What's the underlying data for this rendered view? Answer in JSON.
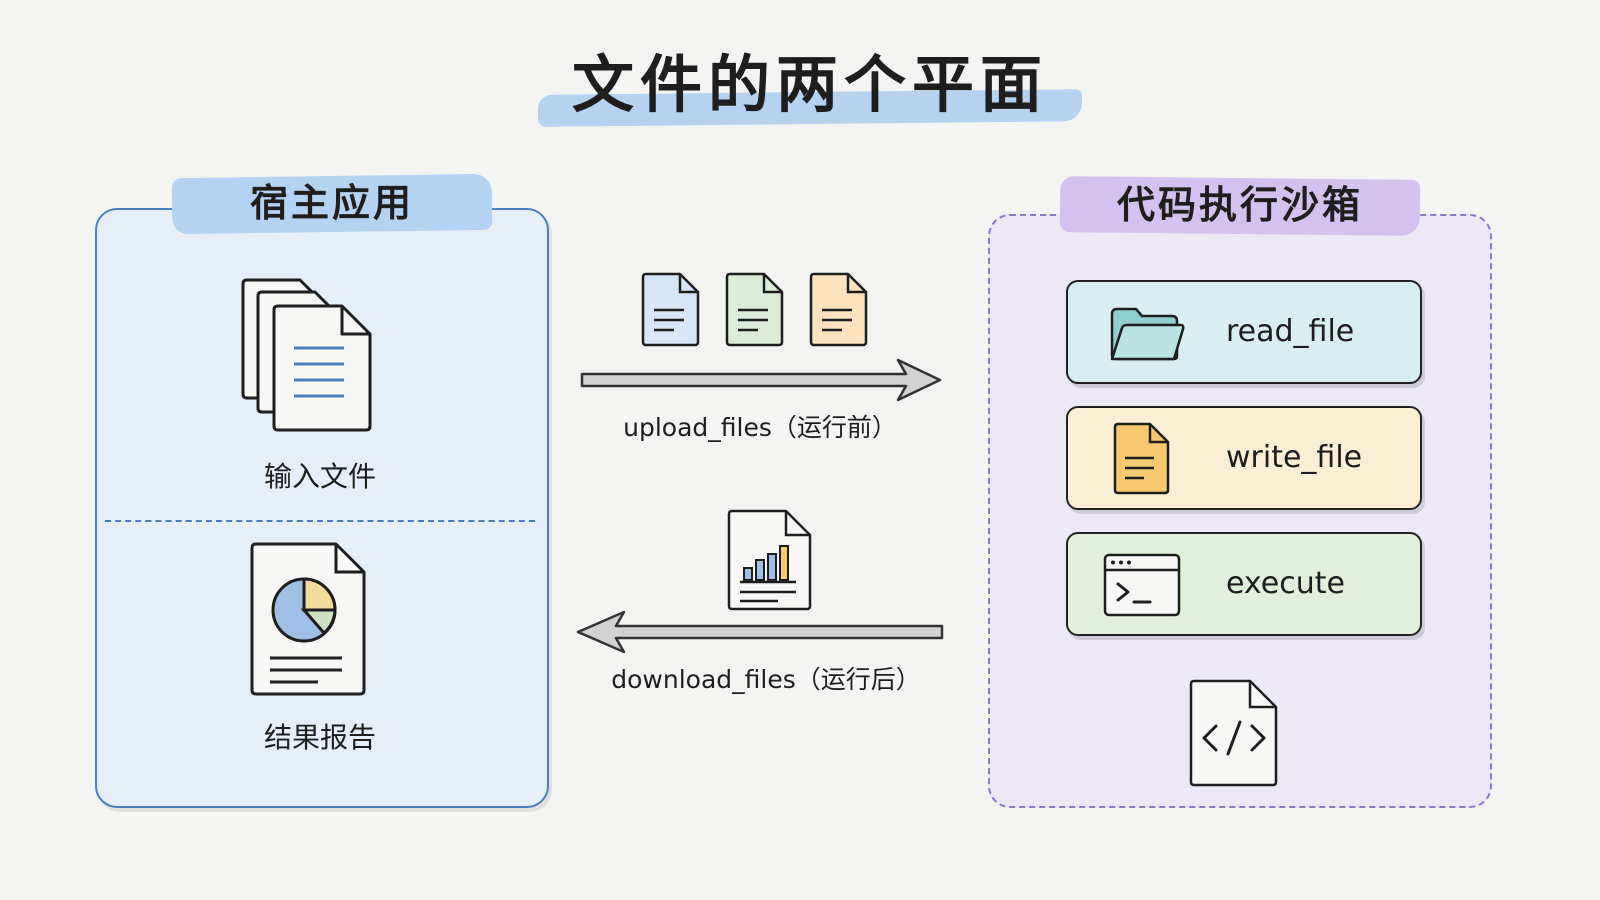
{
  "title": "文件的两个平面",
  "host": {
    "label": "宿主应用",
    "input_caption": "输入文件",
    "output_caption": "结果报告"
  },
  "sandbox": {
    "label": "代码执行沙箱",
    "tools": [
      {
        "label": "read_file",
        "icon": "folder-icon",
        "color": "#d9eef0"
      },
      {
        "label": "write_file",
        "icon": "document-icon",
        "color": "#fbf0d5"
      },
      {
        "label": "execute",
        "icon": "terminal-icon",
        "color": "#e2efdc"
      }
    ],
    "code_icon": "code-file-icon"
  },
  "flows": {
    "upload_label": "upload_files（运行前）",
    "download_label": "download_files（运行后）"
  },
  "colors": {
    "host_border": "#4a7fbf",
    "host_fill": "#e6eef8",
    "sandbox_border": "#8c78c4",
    "sandbox_fill": "#ece8f6",
    "file_blue": "#d6e6f7",
    "file_green": "#dcecd9",
    "file_orange": "#fbe3bd"
  }
}
